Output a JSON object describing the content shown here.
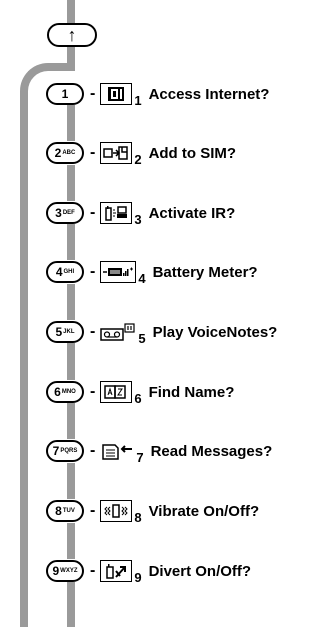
{
  "up_key_symbol": "↑",
  "rows": [
    {
      "key_num": "1",
      "key_letters": "",
      "icon": "internet-icon",
      "sub": "1",
      "label": "Access Internet?"
    },
    {
      "key_num": "2",
      "key_letters": "ABC",
      "icon": "sim-icon",
      "sub": "2",
      "label": "Add to SIM?"
    },
    {
      "key_num": "3",
      "key_letters": "DEF",
      "icon": "infrared-icon",
      "sub": "3",
      "label": "Activate IR?"
    },
    {
      "key_num": "4",
      "key_letters": "GHI",
      "icon": "battery-icon",
      "sub": "4",
      "label": "Battery Meter?"
    },
    {
      "key_num": "5",
      "key_letters": "JKL",
      "icon": "voicenote-icon",
      "sub": "5",
      "label": "Play VoiceNotes?"
    },
    {
      "key_num": "6",
      "key_letters": "MNO",
      "icon": "phonebook-icon",
      "sub": "6",
      "label": "Find Name?"
    },
    {
      "key_num": "7",
      "key_letters": "PQRS",
      "icon": "messages-icon",
      "sub": "7",
      "label": "Read Messages?"
    },
    {
      "key_num": "8",
      "key_letters": "TUV",
      "icon": "vibrate-icon",
      "sub": "8",
      "label": "Vibrate On/Off?"
    },
    {
      "key_num": "9",
      "key_letters": "WXYZ",
      "icon": "divert-icon",
      "sub": "9",
      "label": "Divert On/Off?"
    }
  ]
}
